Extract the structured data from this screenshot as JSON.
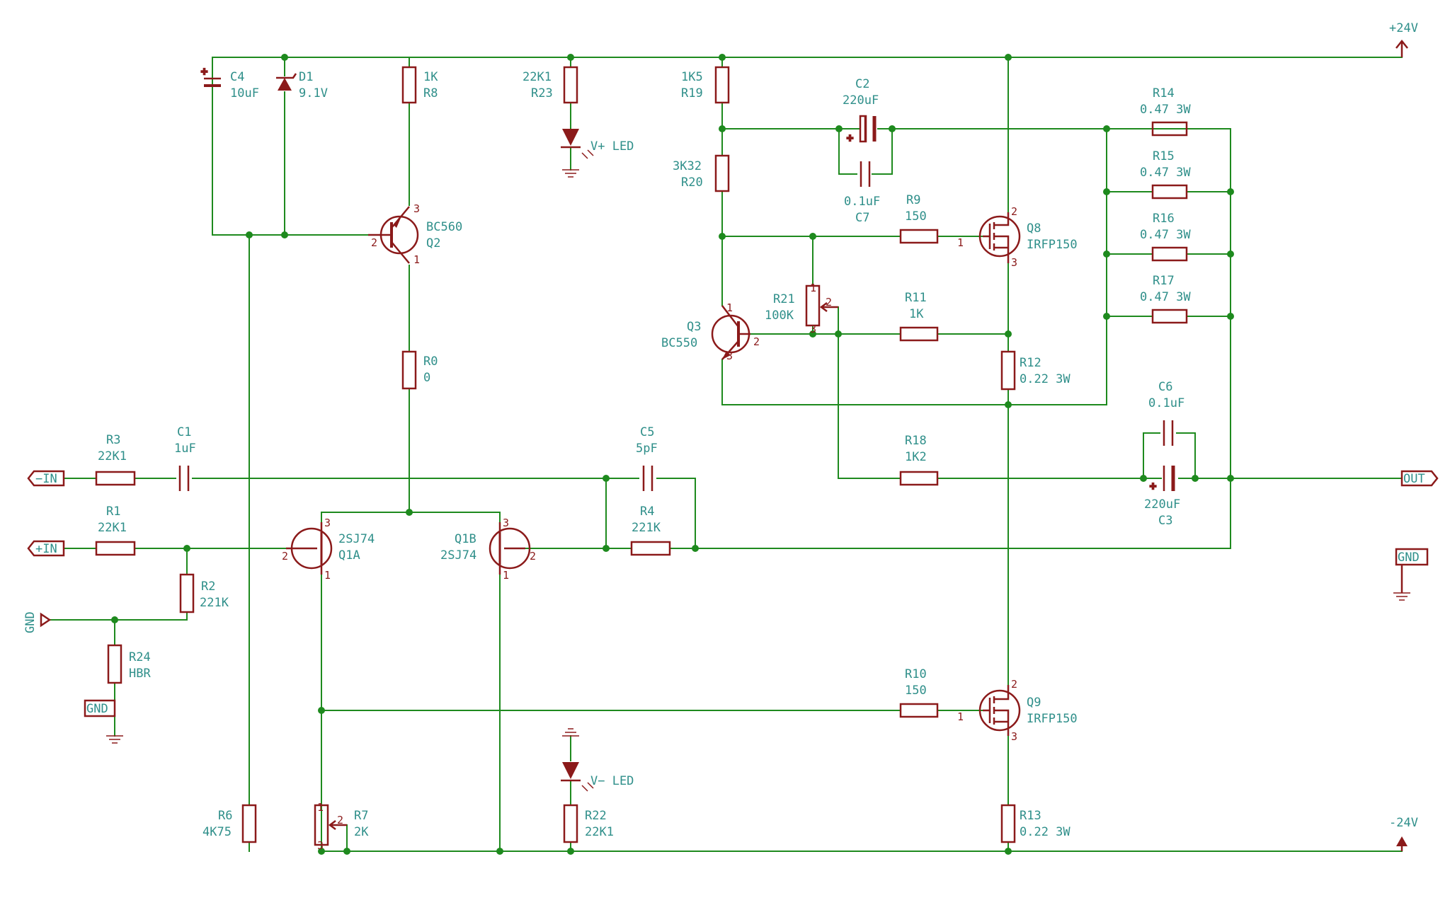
{
  "colors": {
    "wire": "#1e8a1e",
    "component": "#8b1a1a",
    "label": "#2f8f8a"
  },
  "rails": {
    "pos": "+24V",
    "neg": "-24V"
  },
  "ports": {
    "in_neg": "−IN",
    "in_pos": "+IN",
    "out": "OUT",
    "gnd1": "GND",
    "gnd2": "GND",
    "gnd3": "GND"
  },
  "components": {
    "C4": {
      "ref": "C4",
      "value": "10uF"
    },
    "D1": {
      "ref": "D1",
      "value": "9.1V"
    },
    "R8": {
      "ref": "R8",
      "value": "1K"
    },
    "R23": {
      "ref": "R23",
      "value": "22K1"
    },
    "LED_P": {
      "value": "V+ LED"
    },
    "R19": {
      "ref": "R19",
      "value": "1K5"
    },
    "R20": {
      "ref": "R20",
      "value": "3K32"
    },
    "C2": {
      "ref": "C2",
      "value": "220uF"
    },
    "C7": {
      "ref": "C7",
      "value": "0.1uF"
    },
    "R14": {
      "ref": "R14",
      "value": "0.47 3W"
    },
    "R15": {
      "ref": "R15",
      "value": "0.47 3W"
    },
    "R16": {
      "ref": "R16",
      "value": "0.47 3W"
    },
    "R17": {
      "ref": "R17",
      "value": "0.47 3W"
    },
    "Q2": {
      "ref": "Q2",
      "value": "BC560"
    },
    "R9": {
      "ref": "R9",
      "value": "150"
    },
    "Q8": {
      "ref": "Q8",
      "value": "IRFP150"
    },
    "R21": {
      "ref": "R21",
      "value": "100K"
    },
    "R11": {
      "ref": "R11",
      "value": "1K"
    },
    "Q3": {
      "ref": "Q3",
      "value": "BC550"
    },
    "R0": {
      "ref": "R0",
      "value": "0"
    },
    "R12": {
      "ref": "R12",
      "value": "0.22 3W"
    },
    "C6": {
      "ref": "C6",
      "value": "0.1uF"
    },
    "R3": {
      "ref": "R3",
      "value": "22K1"
    },
    "C1": {
      "ref": "C1",
      "value": "1uF"
    },
    "C5": {
      "ref": "C5",
      "value": "5pF"
    },
    "R18": {
      "ref": "R18",
      "value": "1K2"
    },
    "C3": {
      "ref": "C3",
      "value": "220uF"
    },
    "R1": {
      "ref": "R1",
      "value": "22K1"
    },
    "R4": {
      "ref": "R4",
      "value": "221K"
    },
    "Q1A": {
      "ref": "Q1A",
      "value": "2SJ74"
    },
    "Q1B": {
      "ref": "Q1B",
      "value": "2SJ74"
    },
    "R2": {
      "ref": "R2",
      "value": "221K"
    },
    "R24": {
      "ref": "R24",
      "value": "HBR"
    },
    "R10": {
      "ref": "R10",
      "value": "150"
    },
    "Q9": {
      "ref": "Q9",
      "value": "IRFP150"
    },
    "LED_N": {
      "value": "V− LED"
    },
    "R6": {
      "ref": "R6",
      "value": "4K75"
    },
    "R7": {
      "ref": "R7",
      "value": "2K"
    },
    "R22": {
      "ref": "R22",
      "value": "22K1"
    },
    "R13": {
      "ref": "R13",
      "value": "0.22 3W"
    }
  },
  "pins": {
    "p1": "1",
    "p2": "2",
    "p3": "3"
  }
}
